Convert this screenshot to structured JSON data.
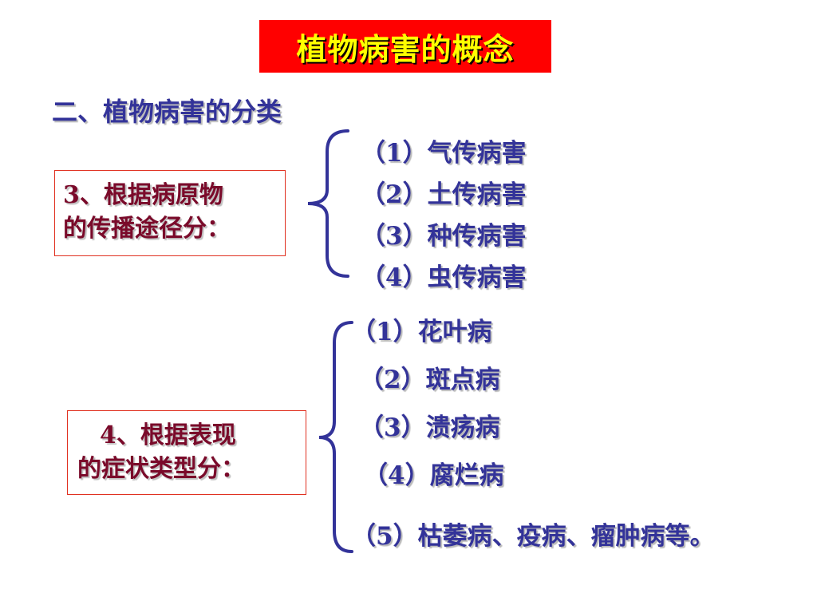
{
  "title": "植物病害的概念",
  "section_heading": "二、植物病害的分类",
  "group1": {
    "label_line1": "3、根据病原物",
    "label_line2": "的传播途径分：",
    "items": [
      "（1）气传病害",
      "（2）土传病害",
      "（3）种传病害",
      "（4）虫传病害"
    ]
  },
  "group2": {
    "label_line1": "4、根据表现",
    "label_line2": "的症状类型分：",
    "items": [
      "（1）花叶病",
      "（2）斑点病",
      "（3）溃疡病",
      "（4）腐烂病",
      "（5）枯萎病、疫病、瘤肿病等。"
    ]
  },
  "colors": {
    "title_bg": "#ff0000",
    "title_text": "#ffff00",
    "heading_text": "#333399",
    "box_text": "#7a0a2a",
    "box_border": "#e03020",
    "brace": "#333399"
  }
}
